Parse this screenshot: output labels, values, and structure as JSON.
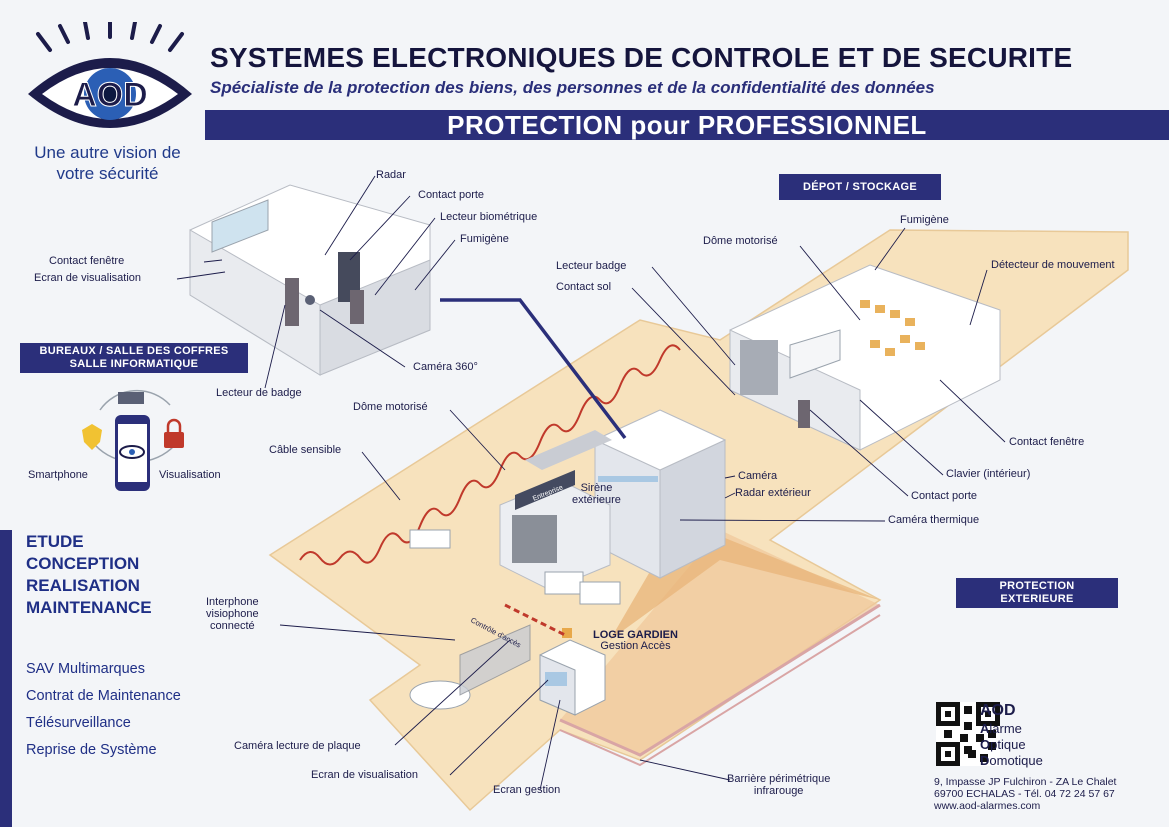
{
  "header": {
    "title": "SYSTEMES ELECTRONIQUES DE CONTROLE ET DE SECURITE",
    "subtitle": "Spécialiste de la protection des biens, des personnes et de la confidentialité des données",
    "banner": "PROTECTION pour PROFESSIONNEL"
  },
  "logo": {
    "text": "AOD"
  },
  "tagline": {
    "line1": "Une autre vision de",
    "line2": "votre sécurité"
  },
  "areas": {
    "offices_line1": "BUREAUX / SALLE DES COFFRES",
    "offices_line2": "SALLE INFORMATIQUE",
    "storage": "DÉPOT / STOCKAGE",
    "exterior_line1": "PROTECTION",
    "exterior_line2": "EXTERIEURE"
  },
  "labels": {
    "radar": "Radar",
    "contact_porte_top": "Contact porte",
    "lecteur_biometrique": "Lecteur biométrique",
    "fumigene_office": "Fumigène",
    "contact_fenetre_left": "Contact fenêtre",
    "ecran_visualisation_left": "Ecran de visualisation",
    "camera_360": "Caméra 360°",
    "lecteur_de_badge": "Lecteur de badge",
    "dome_motorise_center": "Dôme motorisé",
    "cable_sensible": "Câble sensible",
    "smartphone": "Smartphone",
    "visualisation": "Visualisation",
    "fumigene_storage": "Fumigène",
    "dome_motorise_storage": "Dôme motorisé",
    "lecteur_badge": "Lecteur badge",
    "contact_sol": "Contact sol",
    "detecteur_mouvement": "Détecteur de mouvement",
    "contact_fenetre_right": "Contact fenêtre",
    "clavier": "Clavier (intérieur)",
    "contact_porte_right": "Contact porte",
    "camera_thermique": "Caméra thermique",
    "camera": "Caméra",
    "radar_exterieur": "Radar extérieur",
    "sirene_line1": "Sirène",
    "sirene_line2": "extérieure",
    "interphone_line1": "Interphone",
    "interphone_line2": "visiophone",
    "interphone_line3": "connecté",
    "loge_line1": "LOGE GARDIEN",
    "loge_line2": "Gestion Accès",
    "controle_acces": "Contrôle d'accès",
    "camera_plaque": "Caméra lecture de plaque",
    "ecran_visualisation_bottom": "Ecran de visualisation",
    "ecran_gestion": "Ecran gestion",
    "barriere_line1": "Barrière périmétrique",
    "barriere_line2": "infrarouge",
    "entreprise": "Entreprise"
  },
  "services": {
    "main": [
      "ETUDE",
      "CONCEPTION",
      "REALISATION",
      "MAINTENANCE"
    ],
    "secondary": [
      "SAV Multimarques",
      "Contrat de Maintenance",
      "Télésurveillance",
      "Reprise de Système"
    ]
  },
  "company": {
    "name": "AOD",
    "line1_initial": "A",
    "line1_rest": "larme",
    "line2_initial": "O",
    "line2_rest": "ptique",
    "line3_initial": "D",
    "line3_rest": "omotique",
    "address": "9, Impasse JP Fulchiron - ZA Le Chalet",
    "city_phone": "69700 ECHALAS - Tél. 04 72 24 57 67",
    "website": "www.aod-alarmes.com"
  },
  "colors": {
    "navy": "#2b2f7a",
    "floor": "#f7e2bd",
    "cone": "#e8b47a",
    "fence_red": "#c0392b"
  }
}
